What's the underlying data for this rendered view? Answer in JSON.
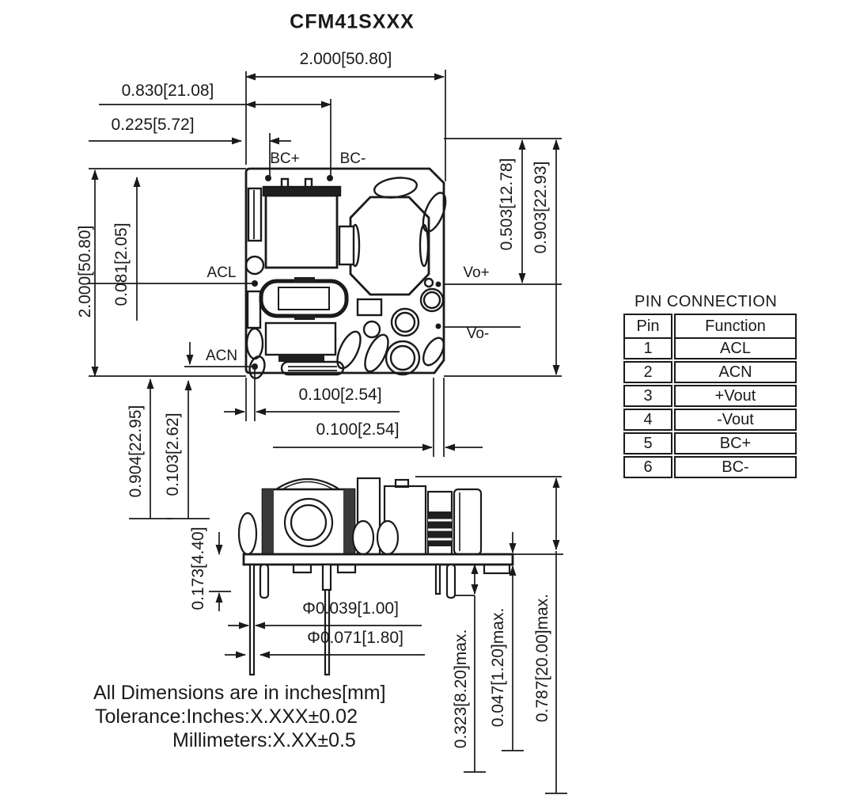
{
  "title": "CFM41SXXX",
  "labels": {
    "bc_plus": "BC+",
    "bc_minus": "BC-",
    "acl": "ACL",
    "acn": "ACN",
    "vo_plus": "Vo+",
    "vo_minus": "Vo-"
  },
  "dimensions": {
    "top_width": "2.000[50.80]",
    "bc_minus_offset": "0.830[21.08]",
    "bc_plus_offset": "0.225[5.72]",
    "left_height": "2.000[50.80]",
    "pin_row_offset": "0.081[2.05]",
    "vo_plus_offset": "0.503[12.78]",
    "vo_minus_offset": "0.903[22.93]",
    "acn_pin_pitch": "0.100[2.54]",
    "vo_pin_pitch": "0.100[2.54]",
    "left_lower_a": "0.904[22.95]",
    "left_lower_b": "0.103[2.62]",
    "standoff_height": "0.173[4.40]",
    "pin_dia_thin": "Φ0.039[1.00]",
    "pin_dia_thick": "Φ0.071[1.80]",
    "pin_length": "0.323[8.20]max.",
    "board_thickness": "0.047[1.20]max.",
    "total_height": "0.787[20.00]max."
  },
  "pin_table": {
    "title": "PIN CONNECTION",
    "headers": [
      "Pin",
      "Function"
    ],
    "rows": [
      [
        "1",
        "ACL"
      ],
      [
        "2",
        "ACN"
      ],
      [
        "3",
        "+Vout"
      ],
      [
        "4",
        "-Vout"
      ],
      [
        "5",
        "BC+"
      ],
      [
        "6",
        "BC-"
      ]
    ]
  },
  "notes": [
    "All Dimensions are in inches[mm]",
    "Tolerance:Inches:X.XXX±0.02",
    "Millimeters:X.XX±0.5"
  ],
  "colors": {
    "line": "#1a1a1a",
    "background": "#ffffff"
  }
}
